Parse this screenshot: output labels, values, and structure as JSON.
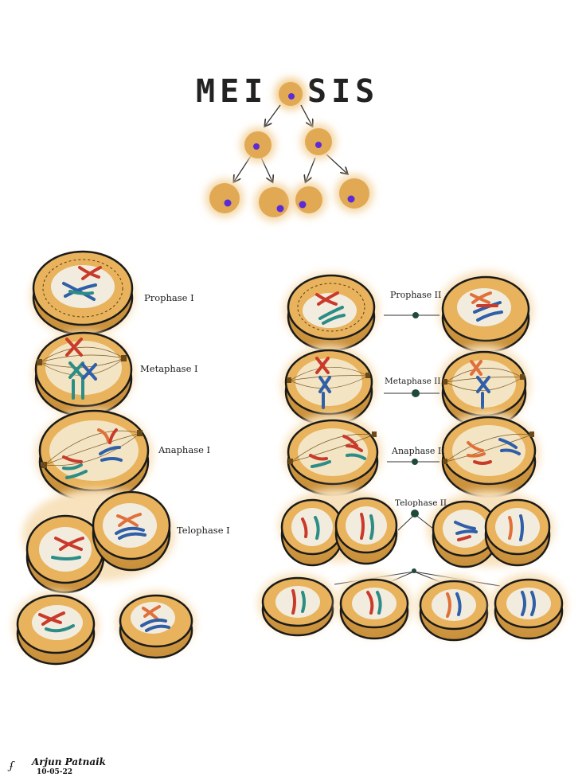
{
  "title": {
    "left": "MEI",
    "right": "SIS"
  },
  "labels": {
    "prophase_1": "Prophase I",
    "metaphase_1": "Metaphase I",
    "anaphase_1": "Anaphase I",
    "telophase_1": "Telophase I",
    "prophase_2": "Prophase II",
    "metaphase_2": "Metaphase II",
    "anaphase_2": "Anaphase II",
    "telophase_2": "Telophase II"
  },
  "signature": {
    "name": "Arjun Patnaik",
    "date": "10-05-22"
  },
  "colors": {
    "cell_fill": "#e8b35c",
    "cell_outline": "#1a1a1a",
    "nucleus": "#f2ecdf",
    "chromosome_red": "#c93a2b",
    "chromosome_blue": "#2f5fa8",
    "chromosome_teal": "#2c8c86",
    "chromosome_orange": "#e0703a",
    "dot": "#5b2bd6"
  }
}
